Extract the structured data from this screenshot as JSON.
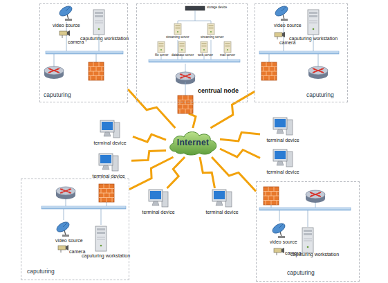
{
  "diagram": {
    "nodes": [
      {
        "text": [
          "caputuring"
        ]
      },
      {
        "text": [
          "centrual node"
        ]
      },
      {
        "text": [
          "caputuring"
        ]
      },
      {
        "text": [
          "Internet"
        ]
      },
      {
        "text": [
          "terminal device"
        ]
      },
      {
        "text": [
          "terminal device"
        ]
      },
      {
        "text": [
          "terminal device"
        ]
      },
      {
        "text": [
          "terminal device"
        ]
      },
      {
        "text": [
          "terminal device"
        ]
      },
      {
        "text": [
          "terminal device"
        ]
      },
      {
        "text": [
          "caputuring"
        ]
      },
      {
        "text": [
          "caputuring"
        ]
      }
    ],
    "edges": [
      {
        "from": 3,
        "to": 0,
        "arrow": "none"
      },
      {
        "from": 3,
        "to": 1,
        "arrow": "none"
      },
      {
        "from": 3,
        "to": 2,
        "arrow": "none"
      },
      {
        "from": 3,
        "to": 4,
        "arrow": "none"
      },
      {
        "from": 3,
        "to": 5,
        "arrow": "none"
      },
      {
        "from": 3,
        "to": 6,
        "arrow": "none"
      },
      {
        "from": 3,
        "to": 7,
        "arrow": "none"
      },
      {
        "from": 3,
        "to": 8,
        "arrow": "none"
      },
      {
        "from": 3,
        "to": 9,
        "arrow": "none"
      },
      {
        "from": 3,
        "to": 10,
        "arrow": "none"
      },
      {
        "from": 3,
        "to": 11,
        "arrow": "none"
      }
    ],
    "labels": [
      "video source",
      "camera",
      "caputuring workstation",
      "storage device",
      "streaming server",
      "streaming server",
      "file server",
      "database server",
      "web server",
      "mail server",
      "video source",
      "camera",
      "caputuring workstation",
      "video source",
      "camera",
      "caputuring workstation",
      "video source",
      "camera",
      "caputuring workstation"
    ]
  }
}
